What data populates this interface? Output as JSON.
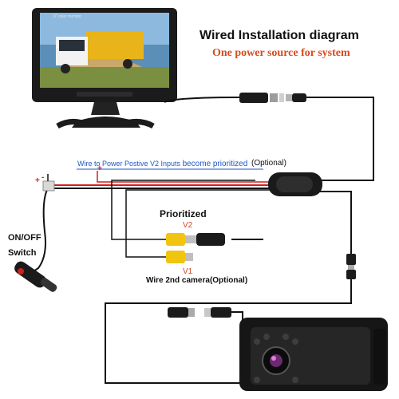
{
  "diagram": {
    "title": "Wired Installation diagram",
    "subtitle": "One power source for system",
    "wire_note_prefix": "Wire to Power Postive V2 Inputs ",
    "wire_note_emphasis": "become prioritized",
    "optional_1": "(Optional)",
    "prioritized_label": "Prioritized",
    "v2_label": "V2",
    "v1_label": "V1",
    "second_camera_label": "Wire 2nd camera(Optional)",
    "switch_label_line1": "ON/OFF",
    "switch_label_line2": "Switch",
    "monitor_brand_text": "9\" color monitor",
    "plus_sign": "+",
    "minus_sign": "-"
  },
  "colors": {
    "title": "#111111",
    "subtitle": "#d94a1e",
    "wire_note": "#1f56c7",
    "v_labels": "#d94a1e",
    "power_positive": "#d21f1f",
    "signal_wire": "#1f56c7",
    "cable": "#111111",
    "rca_yellow": "#f1c40f"
  },
  "icons": {
    "monitor": "monitor-icon",
    "camera": "backup-camera-icon",
    "power_plug": "cigarette-lighter-plug-icon",
    "rca_connector": "rca-connector-icon",
    "aviation_connector": "4-pin-aviation-connector-icon"
  }
}
